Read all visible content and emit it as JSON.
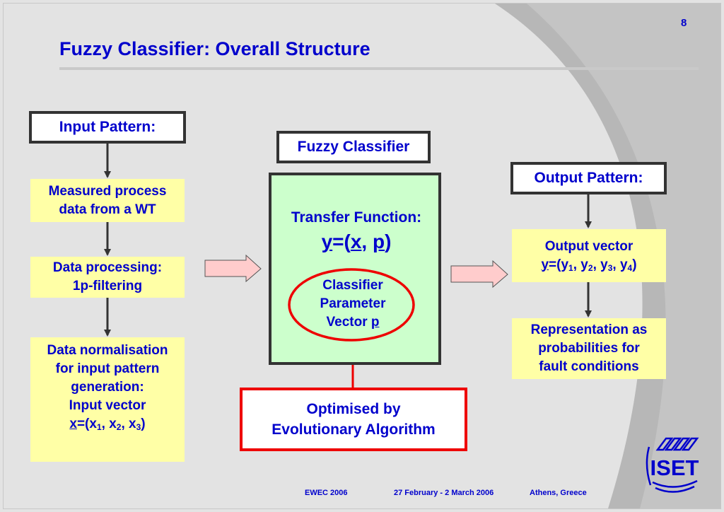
{
  "slide": {
    "page_number": "8",
    "title": "Fuzzy Classifier: Overall Structure"
  },
  "input_column": {
    "header": "Input Pattern:",
    "step1": [
      "Measured process",
      "data from a WT"
    ],
    "step2": [
      "Data processing:",
      "1p-filtering"
    ],
    "step3": [
      "Data normalisation",
      "for input pattern",
      "generation:",
      "Input vector"
    ],
    "vector": {
      "name": "x",
      "components": [
        "x",
        "x",
        "x"
      ],
      "subscripts": [
        "1",
        "2",
        "3"
      ]
    }
  },
  "classifier": {
    "header": "Fuzzy Classifier",
    "transfer_label": "Transfer Function:",
    "formula": {
      "output": "y",
      "arg1": "x",
      "arg2": "p"
    },
    "parameter_lines": [
      "Classifier",
      "Parameter",
      "Vector"
    ],
    "parameter_symbol": "p",
    "optimised_lines": [
      "Optimised by",
      "Evolutionary Algorithm"
    ]
  },
  "output_column": {
    "header": "Output Pattern:",
    "vector_label": "Output vector",
    "vector": {
      "name": "y",
      "components": [
        "y",
        "y",
        "y",
        "y"
      ],
      "subscripts": [
        "1",
        "2",
        "3",
        "4"
      ]
    },
    "representation": [
      "Representation as",
      "probabilities for",
      "fault conditions"
    ]
  },
  "footer": {
    "event": "EWEC 2006",
    "dates": "27 February - 2 March 2006",
    "location": "Athens, Greece"
  },
  "logo": {
    "text": "ISET"
  },
  "colors": {
    "text_blue": "#0000cc",
    "box_yellow": "#ffffa6",
    "box_green": "#ccffcc",
    "accent_red": "#ee0000",
    "arrow_pink": "#ffcccc",
    "background": "#e3e3e3"
  }
}
